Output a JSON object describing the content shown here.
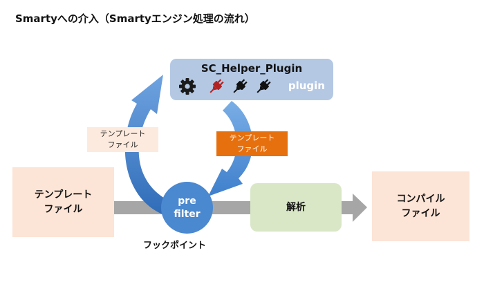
{
  "title": "Smartyへの介入（Smartyエンジン処理の流れ）",
  "template_file": {
    "line1": "テンプレート",
    "line2": "ファイル"
  },
  "compiled_file": {
    "line1": "コンパイル",
    "line2": "ファイル"
  },
  "parse": {
    "label": "解析"
  },
  "prefilter": {
    "line1": "pre",
    "line2": "filter"
  },
  "hook_point": "フックポイント",
  "plugin": {
    "name": "SC_Helper_Plugin",
    "tag": "plugin",
    "icons": [
      "gear-icon",
      "plug-icon-red",
      "plug-icon-black",
      "plug-icon-black"
    ]
  },
  "arrow_label_in": {
    "line1": "テンプレート",
    "line2": "ファイル"
  },
  "arrow_label_out": {
    "line1": "テンプレート",
    "line2": "ファイル"
  },
  "colors": {
    "peach": "#fce4d6",
    "green_box": "#d9e7c6",
    "blue_circle": "#4a88d0",
    "plugin_box": "#b4c8e4",
    "arrow_blue": "#5a93d6",
    "main_arrow": "#a6a6a6",
    "orange_label": "#e7700e",
    "red_plug": "#b22222"
  }
}
